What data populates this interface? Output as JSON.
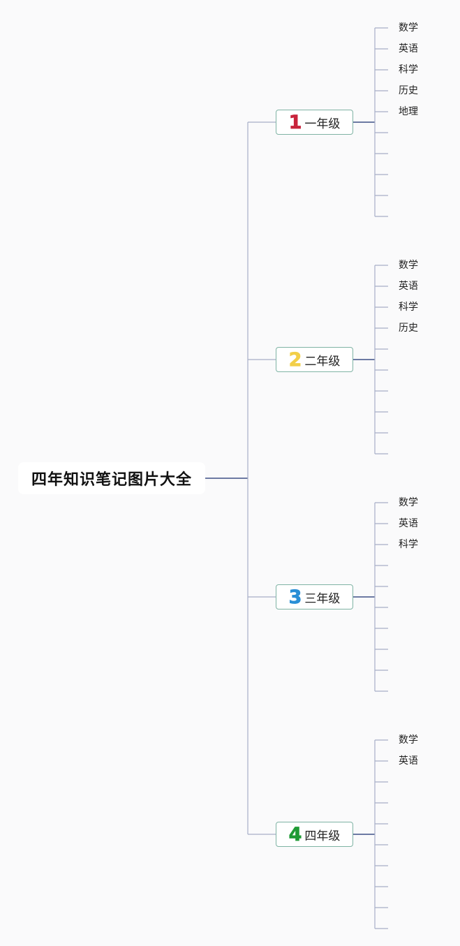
{
  "root": {
    "title": "四年知识笔记图片大全"
  },
  "colors": {
    "line": "#a7aec7",
    "line_dark": "#3d4f86",
    "grade_border": "#7fb3a4"
  },
  "grades": [
    {
      "number": "1",
      "number_color": "#c8233b",
      "label": "一年级",
      "subjects": [
        "数学",
        "英语",
        "科学",
        "历史",
        "地理"
      ],
      "slot_count": 10
    },
    {
      "number": "2",
      "number_color": "#f2cf48",
      "label": "二年级",
      "subjects": [
        "数学",
        "英语",
        "科学",
        "历史"
      ],
      "slot_count": 10
    },
    {
      "number": "3",
      "number_color": "#2a8fd6",
      "label": "三年级",
      "subjects": [
        "数学",
        "英语",
        "科学"
      ],
      "slot_count": 10
    },
    {
      "number": "4",
      "number_color": "#1f9a35",
      "label": "四年级",
      "subjects": [
        "数学",
        "英语"
      ],
      "slot_count": 10
    }
  ]
}
